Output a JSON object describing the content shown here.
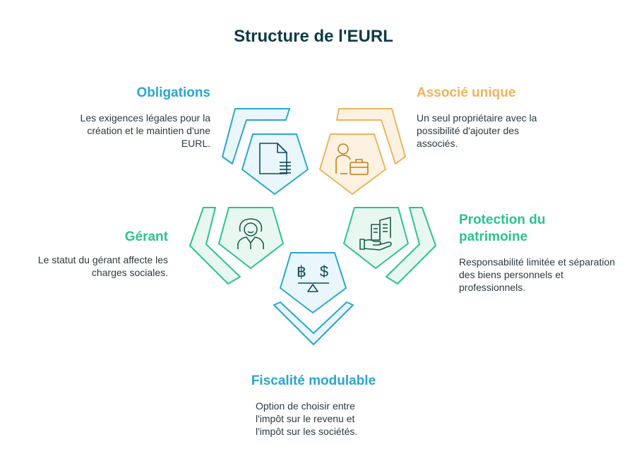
{
  "title": "Structure de l'EURL",
  "colors": {
    "blue": "#2aa6cf",
    "blue_fill": "#e9f6fb",
    "blue_dark": "#0f4a5e",
    "orange": "#efb35c",
    "orange_fill": "#fdf2e2",
    "orange_dark": "#c47e1c",
    "green": "#2dc28f",
    "green_fill": "#e8f8f1",
    "green_dark": "#1b5e4a",
    "title": "#0f3a47"
  },
  "sections": {
    "obligations": {
      "heading": "Obligations",
      "description": "Les exigences légales pour la création et le maintien d'une EURL.",
      "icon": "document-icon"
    },
    "associe": {
      "heading": "Associé unique",
      "description": "Un seul propriétaire avec la possibilité d'ajouter des associés.",
      "icon": "person-briefcase-icon"
    },
    "gerant": {
      "heading": "Gérant",
      "description": "Le statut du gérant affecte les charges sociales.",
      "icon": "manager-icon"
    },
    "protection": {
      "heading": "Protection du patrimoine",
      "description": "Responsabilité limitée et séparation des biens personnels et professionnels.",
      "icon": "hand-building-icon"
    },
    "fiscalite": {
      "heading": "Fiscalité modulable",
      "description": "Option de choisir entre l'impôt sur le revenu et l'impôt sur les sociétés.",
      "icon": "scale-currency-icon"
    }
  }
}
